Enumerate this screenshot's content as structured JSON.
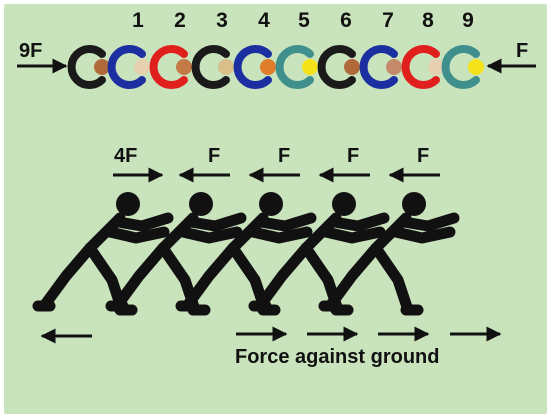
{
  "labels": {
    "applied_left": "9F",
    "applied_right": "F",
    "team_forces": [
      "4F",
      "F",
      "F",
      "F",
      "F"
    ],
    "ground_caption": "Force against ground",
    "numbers": [
      "1",
      "2",
      "3",
      "4",
      "5",
      "6",
      "7",
      "8",
      "9"
    ]
  },
  "colors": {
    "background": "#c9e3bd",
    "ink": "#111111",
    "rings": [
      "#1a1a1a",
      "#1c2fa0",
      "#e0201c",
      "#1a1a1a",
      "#1c2fa0",
      "#3f8f8c",
      "#1a1a1a",
      "#1c2fa0",
      "#e0201c",
      "#3f8f8c"
    ],
    "caps": [
      "#b06a3a",
      "#e5d1b0",
      "#c47a45",
      "#d9c08a",
      "#e07d2a",
      "#f4e21a",
      "#b06a3a",
      "#c48a6a",
      "#e5d1b0",
      "#f4e21a"
    ]
  }
}
